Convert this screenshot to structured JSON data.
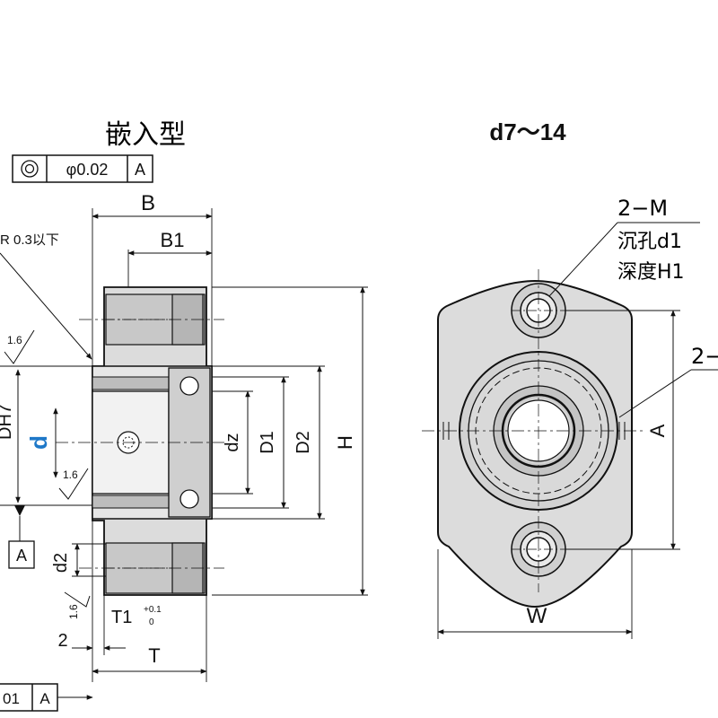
{
  "titles": {
    "left": "嵌入型",
    "right": "d7～14"
  },
  "tolerance": {
    "top_value": "φ0.02",
    "top_datum": "A",
    "bottom_value": "01",
    "bottom_datum": "A",
    "datum_box": "A"
  },
  "labels": {
    "B": "B",
    "B1": "B1",
    "corner_note": "R 0.3以下",
    "roughness_top": "1.6",
    "roughness_mid": "1.6",
    "roughness_bottom": "1.6",
    "DH7": "DH7",
    "d": "d",
    "dz": "dz",
    "D1": "D1",
    "D2": "D2",
    "H": "H",
    "d2": "d2",
    "T1": "T1",
    "T1_tol_upper": "+0.1",
    "T1_tol_lower": "0",
    "two": "2",
    "T": "T",
    "M": "2−M",
    "counterbore": "沉孔d1",
    "depth": "深度H1",
    "two_right": "2−",
    "A": "A",
    "W": "W"
  },
  "colors": {
    "part_fill": "#dcdcdc",
    "part_dark": "#b5b5b5",
    "line": "#111111",
    "blue_label": "#1e78c8"
  }
}
